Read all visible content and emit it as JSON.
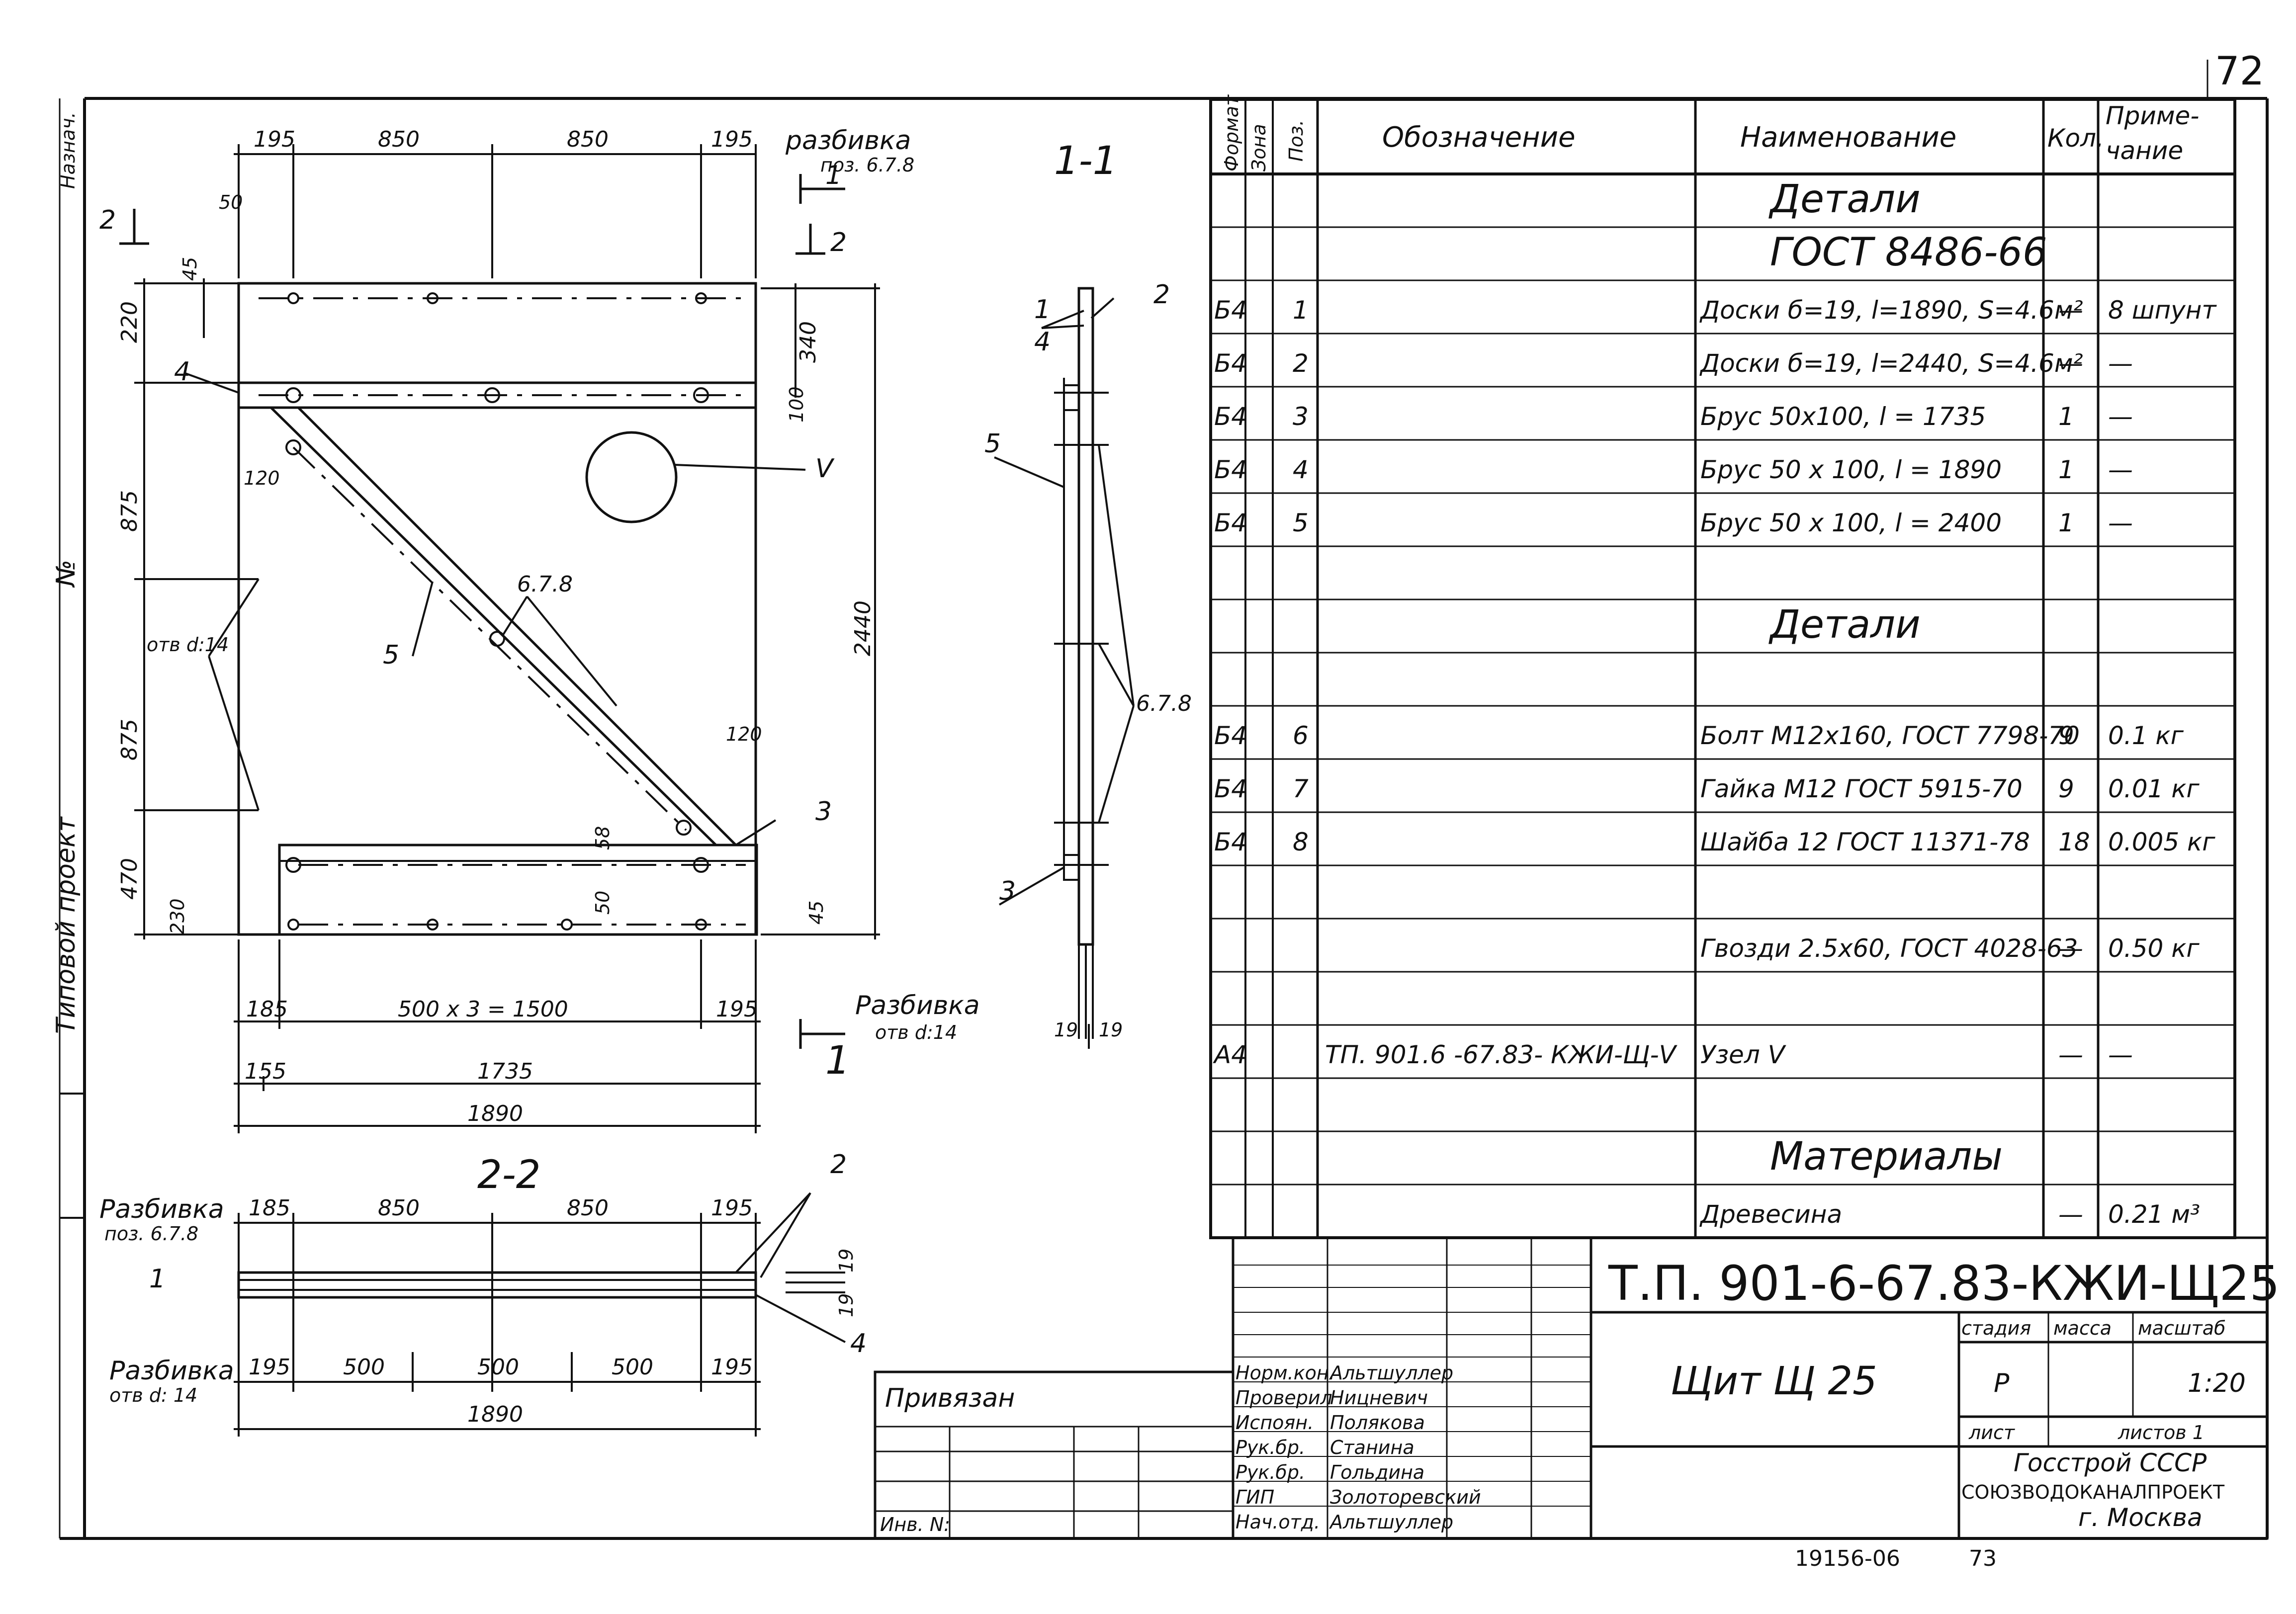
{
  "sheet": {
    "page_number": "72",
    "doc_code": "Т.П. 901-6-67.83-КЖИ-Щ25",
    "title": "Щит Щ 25",
    "org_line1": "Госстрой СССР",
    "org_line2": "СОЮЗВОДОКАНАЛПРОЕКТ",
    "org_line3": "г. Москва",
    "inventory": "19156-06",
    "stamp_number": "73",
    "bound_label": "Привязан",
    "inv_label": "Инв. N:",
    "side_text_1": "Типовой проект",
    "side_text_2": "№",
    "side_text_3": "Назнач."
  },
  "stamp": {
    "stage_label": "стадия",
    "mass_label": "масса",
    "scale_label": "масштаб",
    "stage": "Р",
    "mass": "",
    "scale": "1:20",
    "sheet_label": "лист",
    "sheets_label": "листов 1",
    "signatures": [
      {
        "role": "Норм.кон.",
        "name": "Альтшуллер"
      },
      {
        "role": "Проверил",
        "name": "Ницневич"
      },
      {
        "role": "Испоян.",
        "name": "Полякова"
      },
      {
        "role": "Рук.бр.",
        "name": "Станина"
      },
      {
        "role": "Рук.бр.",
        "name": "Гольдина"
      },
      {
        "role": "ГИП",
        "name": "Золоторевский"
      },
      {
        "role": "Нач.отд.",
        "name": "Альтшуллер"
      }
    ]
  },
  "spec": {
    "headers": {
      "format": "Формат",
      "zone": "Зона",
      "pos": "Поз.",
      "designation": "Обозначение",
      "name": "Наименование",
      "qty": "Кол.",
      "note1": "Приме-",
      "note2": "чание"
    },
    "rows": [
      {
        "fmt": "",
        "pos": "",
        "des": "",
        "name": "Детали",
        "qty": "",
        "note": "",
        "kind": "section"
      },
      {
        "fmt": "",
        "pos": "",
        "des": "",
        "name": "ГОСТ 8486-66",
        "qty": "",
        "note": "",
        "kind": "center"
      },
      {
        "fmt": "Б4",
        "pos": "1",
        "des": "",
        "name": "Доски б=19, l=1890, S=4.6м²",
        "qty": "—",
        "note": "8 шпунт",
        "kind": "item"
      },
      {
        "fmt": "Б4",
        "pos": "2",
        "des": "",
        "name": "Доски б=19, l=2440, S=4.6м²",
        "qty": "—",
        "note": "—",
        "kind": "item"
      },
      {
        "fmt": "Б4",
        "pos": "3",
        "des": "",
        "name": "Брус 50х100, l = 1735",
        "qty": "1",
        "note": "—",
        "kind": "item"
      },
      {
        "fmt": "Б4",
        "pos": "4",
        "des": "",
        "name": "Брус 50 х 100, l = 1890",
        "qty": "1",
        "note": "—",
        "kind": "item"
      },
      {
        "fmt": "Б4",
        "pos": "5",
        "des": "",
        "name": "Брус 50 х 100, l = 2400",
        "qty": "1",
        "note": "—",
        "kind": "item"
      },
      {
        "fmt": "",
        "pos": "",
        "des": "",
        "name": "",
        "qty": "",
        "note": "",
        "kind": "blank"
      },
      {
        "fmt": "",
        "pos": "",
        "des": "",
        "name": "Детали",
        "qty": "",
        "note": "",
        "kind": "section"
      },
      {
        "fmt": "",
        "pos": "",
        "des": "",
        "name": "",
        "qty": "",
        "note": "",
        "kind": "blank"
      },
      {
        "fmt": "Б4",
        "pos": "6",
        "des": "",
        "name": "Болт М12х160, ГОСТ 7798-70",
        "qty": "9",
        "note": "0.1 кг",
        "kind": "item"
      },
      {
        "fmt": "Б4",
        "pos": "7",
        "des": "",
        "name": "Гайка М12 ГОСТ 5915-70",
        "qty": "9",
        "note": "0.01 кг",
        "kind": "item"
      },
      {
        "fmt": "Б4",
        "pos": "8",
        "des": "",
        "name": "Шайба 12 ГОСТ 11371-78",
        "qty": "18",
        "note": "0.005 кг",
        "kind": "item"
      },
      {
        "fmt": "",
        "pos": "",
        "des": "",
        "name": "",
        "qty": "",
        "note": "",
        "kind": "blank"
      },
      {
        "fmt": "",
        "pos": "",
        "des": "",
        "name": "Гвозди 2.5х60, ГОСТ 4028-63",
        "qty": "—",
        "note": "0.50 кг",
        "kind": "item"
      },
      {
        "fmt": "",
        "pos": "",
        "des": "",
        "name": "",
        "qty": "",
        "note": "",
        "kind": "blank"
      },
      {
        "fmt": "А4",
        "pos": "",
        "des": "ТП. 901.6 -67.83- КЖИ-Щ-V",
        "name": "Узел V",
        "qty": "—",
        "note": "—",
        "kind": "item"
      },
      {
        "fmt": "",
        "pos": "",
        "des": "",
        "name": "",
        "qty": "",
        "note": "",
        "kind": "blank"
      },
      {
        "fmt": "",
        "pos": "",
        "des": "",
        "name": "Материалы",
        "qty": "",
        "note": "",
        "kind": "section"
      },
      {
        "fmt": "",
        "pos": "",
        "des": "",
        "name": "Древесина",
        "qty": "—",
        "note": "0.21 м³",
        "kind": "item"
      }
    ]
  },
  "drawing": {
    "view_11": "1-1",
    "view_22": "2-2",
    "top_dims": [
      "195",
      "850",
      "850",
      "195"
    ],
    "breakdown_top": "разбивка",
    "breakdown_top_pos": "поз. 6.7.8",
    "breakdown_bot": "Разбивка",
    "breakdown_bot_holes": "отв d:14",
    "bot_dims": [
      "185",
      "500 х 3 = 1500",
      "195"
    ],
    "dim_155": "155",
    "dim_1735": "1735",
    "dim_1890": "1890",
    "dim_2440": "2440",
    "left_dims": [
      "220",
      "875",
      "875",
      "470"
    ],
    "dim_50": "50",
    "dim_45": "45",
    "dim_340": "340",
    "dim_100": "100",
    "dim_120a": "120",
    "dim_120b": "120",
    "dim_58": "58",
    "dim_50b": "50",
    "dim_45b": "45",
    "dim_230": "230",
    "holes_label": "отв d:14",
    "pos_678": "6.7.8",
    "pos_v": "V",
    "callouts": [
      "1",
      "2",
      "3",
      "4",
      "5"
    ],
    "sec_nums": [
      "19",
      "19"
    ],
    "s22_top_dims": [
      "185",
      "850",
      "850",
      "195"
    ],
    "s22_bot_dims": [
      "195",
      "500",
      "500",
      "500",
      "195"
    ],
    "s22_total": "1890",
    "s22_break_top": "Разбивка",
    "s22_break_top_pos": "поз. 6.7.8",
    "s22_break_bot": "Разбивка",
    "s22_break_bot_holes": "отв d: 14",
    "s22_19a": "19",
    "s22_19b": "19"
  }
}
